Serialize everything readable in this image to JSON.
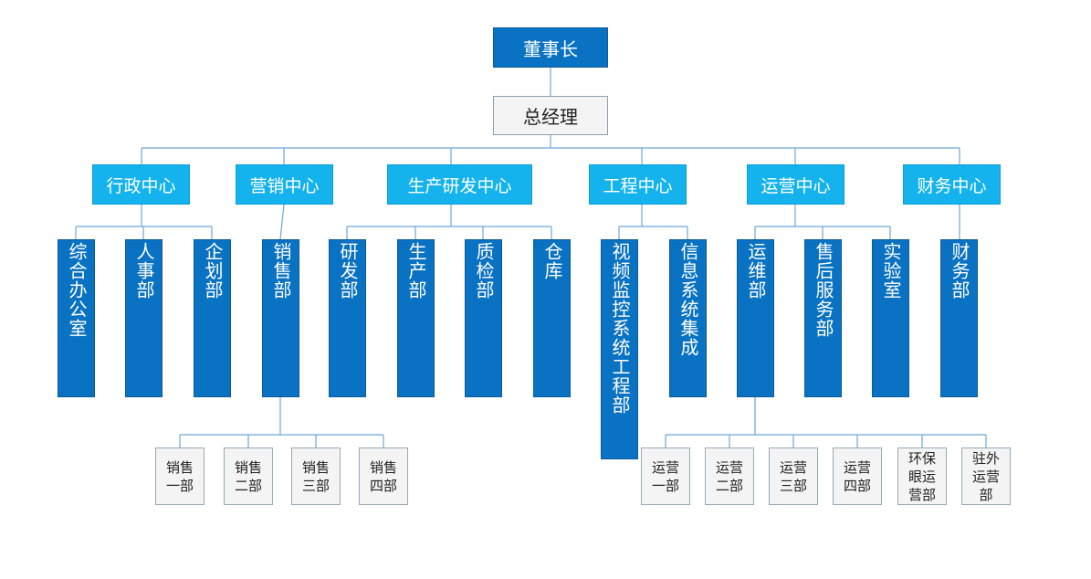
{
  "chairman": "董事长",
  "general_manager": "总经理",
  "centers": [
    {
      "label": "行政中心"
    },
    {
      "label": "营销中心"
    },
    {
      "label": "生产研发中心"
    },
    {
      "label": "工程中心"
    },
    {
      "label": "运营中心"
    },
    {
      "label": "财务中心"
    }
  ],
  "departments": [
    {
      "label": "综合办公室"
    },
    {
      "label": "人事部"
    },
    {
      "label": "企划部"
    },
    {
      "label": "销售部"
    },
    {
      "label": "研发部"
    },
    {
      "label": "生产部"
    },
    {
      "label": "质检部"
    },
    {
      "label": "仓库"
    },
    {
      "label": "视频监控系统工程部"
    },
    {
      "label": "信息系统集成"
    },
    {
      "label": "运维部"
    },
    {
      "label": "售后服务部"
    },
    {
      "label": "实验室"
    },
    {
      "label": "财务部"
    }
  ],
  "sales_units": [
    {
      "label": "销售一部"
    },
    {
      "label": "销售二部"
    },
    {
      "label": "销售三部"
    },
    {
      "label": "销售四部"
    }
  ],
  "ops_units": [
    {
      "label": "运营一部"
    },
    {
      "label": "运营二部"
    },
    {
      "label": "运营三部"
    },
    {
      "label": "运营四部"
    },
    {
      "label": "环保眼运营部"
    },
    {
      "label": "驻外运营部"
    }
  ],
  "colors": {
    "dark_blue": "#0a72c2",
    "light_blue": "#14b3ee",
    "light_gray": "#f4f4f4",
    "connector": "#6aa8d8"
  }
}
